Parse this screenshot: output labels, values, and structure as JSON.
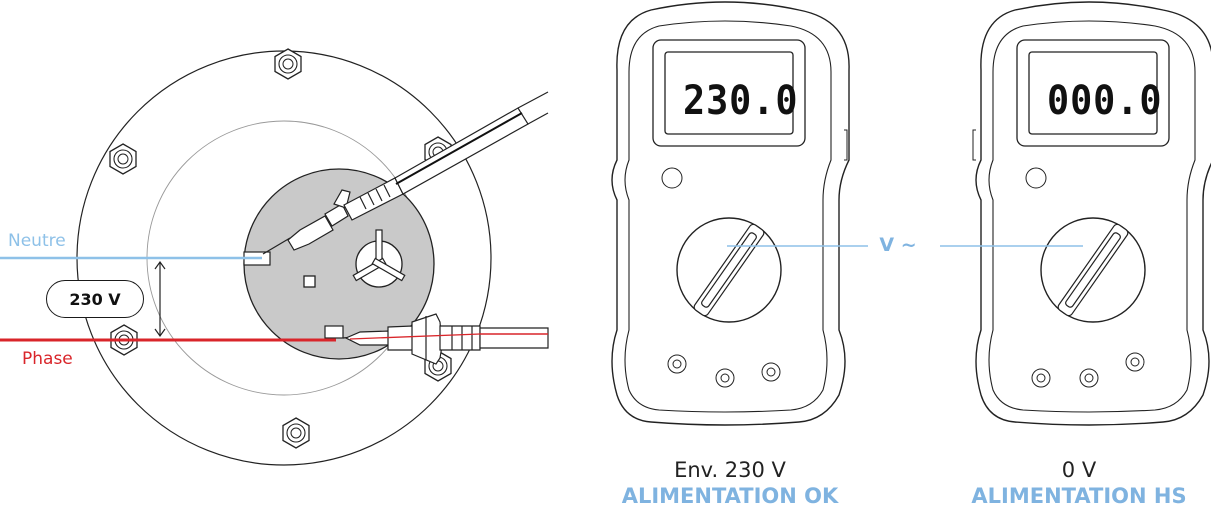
{
  "socket": {
    "neutral_label": "Neutre",
    "phase_label": "Phase",
    "voltage_badge": "230 V"
  },
  "meters": [
    {
      "display": "230.0",
      "reading": "Env. 230 V",
      "status": "ALIMENTATION OK"
    },
    {
      "display": "000.0",
      "reading": "0 V",
      "status": "ALIMENTATION HS"
    }
  ],
  "mode_label": "V ~",
  "colors": {
    "neutral": "#8ec1e8",
    "phase": "#d9252a",
    "status": "#7fb3e0",
    "socket_face": "#c9c9c9"
  }
}
